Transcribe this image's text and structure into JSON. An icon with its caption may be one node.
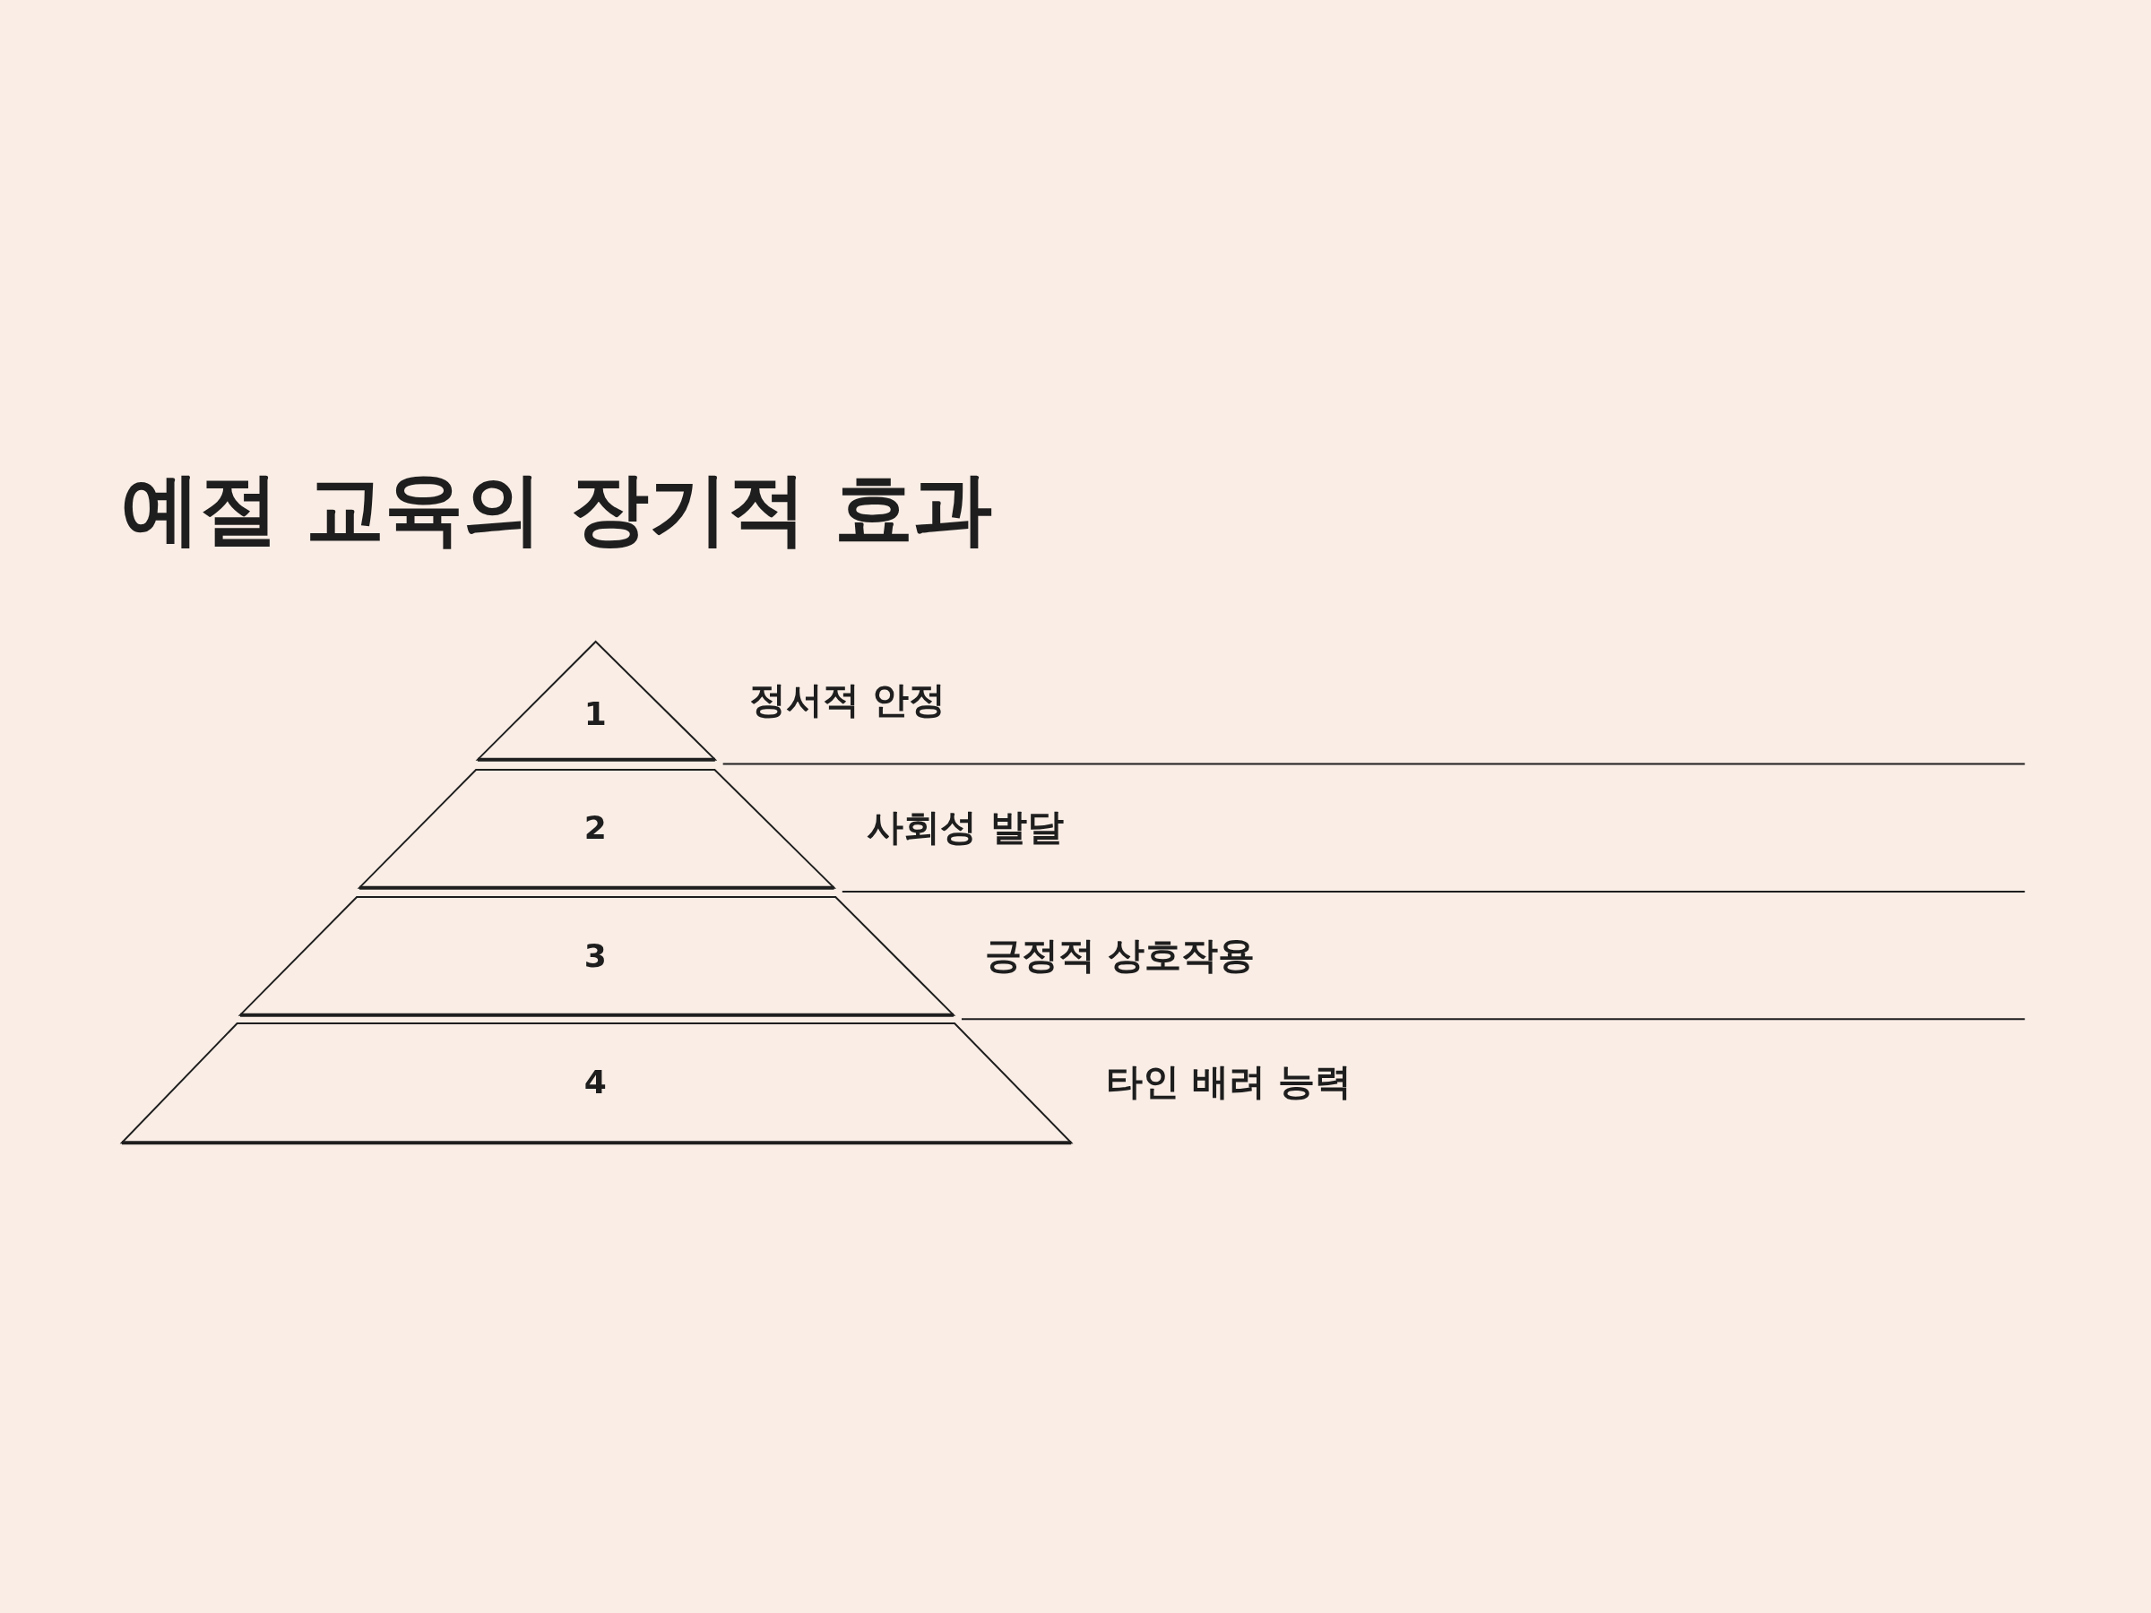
{
  "diagram": {
    "title": "예절 교육의 장기적 효과",
    "nodes": [
      {
        "text": [
          "1"
        ],
        "beside": [
          "정서적 안정"
        ]
      },
      {
        "text": [
          "2"
        ],
        "beside": [
          "사회성 발달"
        ]
      },
      {
        "text": [
          "3"
        ],
        "beside": [
          "긍정적 상호작용"
        ]
      },
      {
        "text": [
          "4"
        ],
        "beside": [
          "타인 배려 능력"
        ]
      }
    ]
  }
}
